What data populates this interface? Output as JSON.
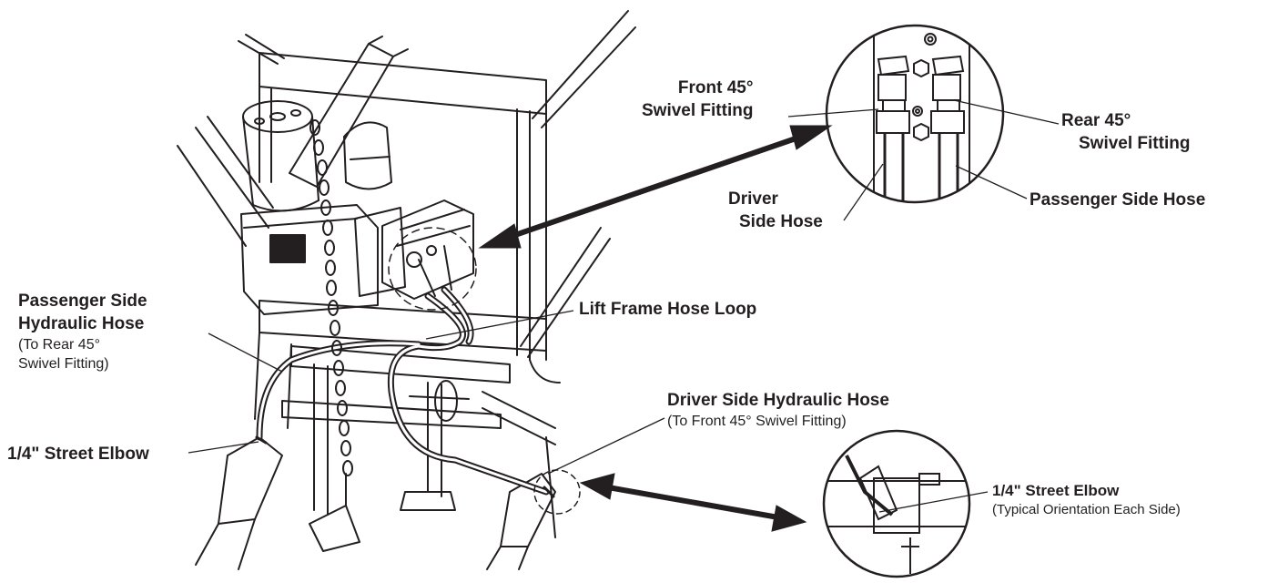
{
  "labels": {
    "front_swivel": {
      "line1": "Front 45°",
      "line2": "Swivel Fitting"
    },
    "rear_swivel": {
      "line1": "Rear 45°",
      "line2": "Swivel Fitting"
    },
    "driver_side_hose": {
      "line1": "Driver",
      "line2": "Side Hose"
    },
    "passenger_side_hose": "Passenger Side Hose",
    "passenger_hydraulic_hose": {
      "line1": "Passenger Side",
      "line2": "Hydraulic Hose",
      "note1": "(To Rear 45°",
      "note2": "Swivel Fitting)"
    },
    "lift_frame_hose_loop": "Lift Frame Hose Loop",
    "driver_hydraulic_hose": {
      "title": "Driver Side Hydraulic Hose",
      "note": "(To Front 45° Swivel Fitting)"
    },
    "street_elbow_left": "1/4\" Street Elbow",
    "street_elbow_detail": {
      "title": "1/4\" Street Elbow",
      "note": "(Typical Orientation Each Side)"
    }
  },
  "colors": {
    "ink": "#231f20",
    "paper": "#ffffff"
  }
}
